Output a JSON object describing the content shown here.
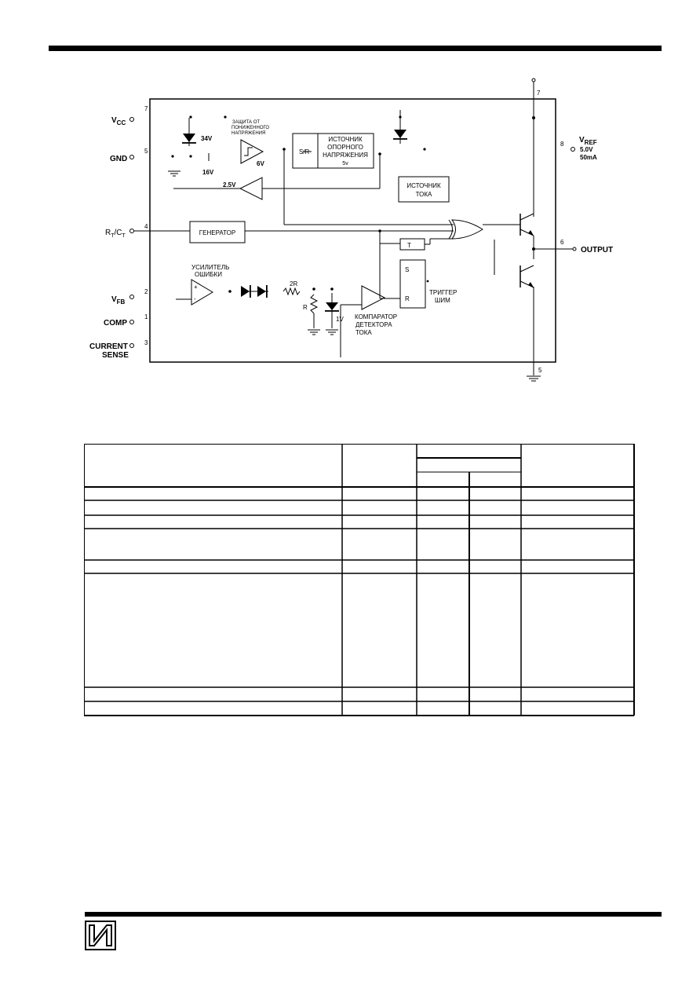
{
  "pins": {
    "vcc": {
      "num": "7",
      "label": "V",
      "sub": "CC"
    },
    "gnd": {
      "num": "5",
      "label": "GND"
    },
    "rtct": {
      "num": "4",
      "label": "R",
      "sub1": "T",
      "mid": "/C",
      "sub2": "T"
    },
    "vfb": {
      "num": "2",
      "label": "V",
      "sub": "FB"
    },
    "comp": {
      "num": "1",
      "label": "COMP"
    },
    "current": {
      "num": "3",
      "label1": "CURRENT",
      "label2": "SENSE"
    },
    "vref": {
      "num": "8",
      "label": "V",
      "sub": "REF",
      "v1": "5.0V",
      "v2": "50mA"
    },
    "output": {
      "num": "6",
      "label": "OUTPUT"
    },
    "top_num": "7",
    "bottom_num": "5"
  },
  "blocks": {
    "zener34": "34V",
    "zener16": "16V",
    "uvlo": [
      "ЗАЩИТА ОТ",
      "ПОНИЖЕННОГО",
      "НАПРЯЖЕНИЯ"
    ],
    "uvlo_v": "6V",
    "ref_sr": "S/R",
    "ref_lines": [
      "ИСТОЧНИК",
      "ОПОРНОГО",
      "НАПРЯЖЕНИЯ",
      "5v"
    ],
    "cur_src": [
      "ИСТОЧНИК",
      "ТОКА"
    ],
    "v25": "2.5V",
    "gen": "ГЕНЕРАТОР",
    "t_label": "T",
    "ea": [
      "УСИЛИТЕЛЬ",
      "ОШИБКИ"
    ],
    "r2": "2R",
    "r1": "R",
    "v1": "1V",
    "comp_lines": [
      "КОМПАРАТОР",
      "ДЕТЕКТОРА",
      "ТОКА"
    ],
    "latch_s": "S",
    "latch_r": "R",
    "latch_lines": [
      "ТРИГГЕР",
      "ШИМ"
    ],
    "plus": "+",
    "minus": "-"
  },
  "table": {
    "row_tops": [
      565,
      620,
      637,
      656,
      673,
      713,
      730,
      875,
      893,
      911
    ],
    "col_x": [
      107,
      436,
      531,
      598,
      664,
      808
    ]
  }
}
